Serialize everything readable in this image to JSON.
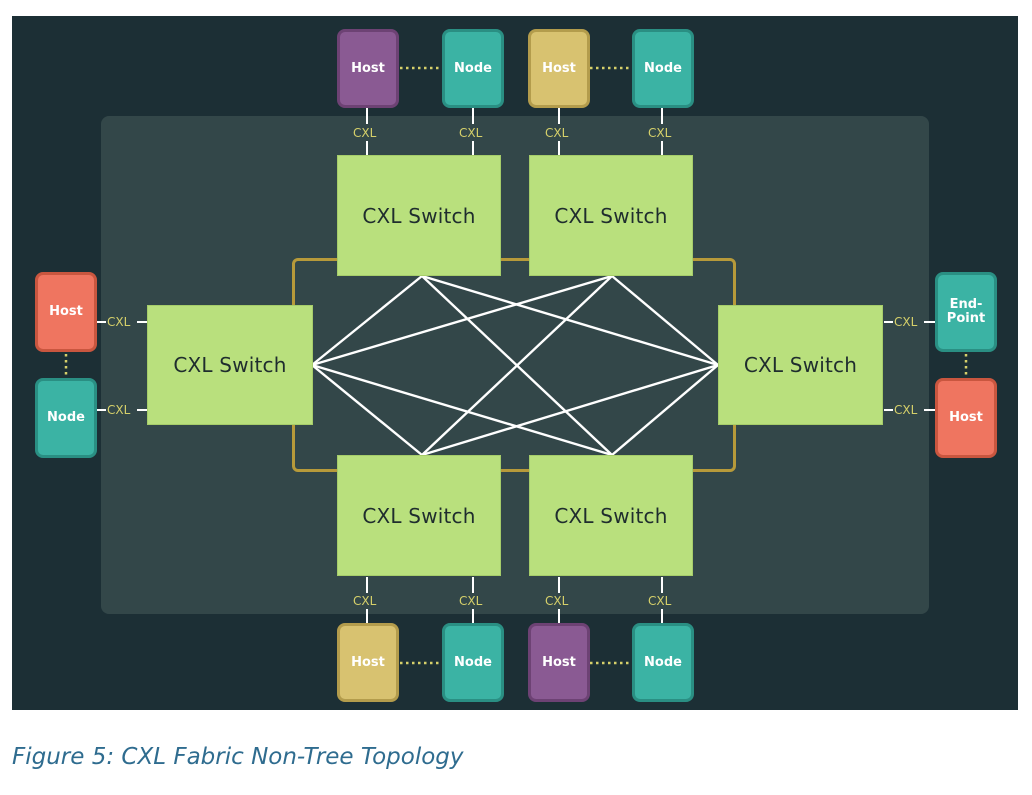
{
  "caption": "Figure 5: CXL Fabric Non-Tree Topology",
  "link_label": "CXL",
  "switch_label": "CXL Switch",
  "devices": {
    "top_host_1": "Host",
    "top_node_1": "Node",
    "top_host_2": "Host",
    "top_node_2": "Node",
    "bottom_host_1": "Host",
    "bottom_node_1": "Node",
    "bottom_host_2": "Host",
    "bottom_node_2": "Node",
    "left_host": "Host",
    "left_node": "Node",
    "right_endpoint": "End-\nPoint",
    "right_host": "Host"
  },
  "colors": {
    "host_purple": "#8a5a93",
    "node_teal": "#3bb3a4",
    "host_yellow": "#d8c270",
    "host_red": "#ef7560",
    "switch_green": "#b9e07d",
    "link_label": "#d6d06a",
    "mesh_border": "#b79a3a"
  }
}
